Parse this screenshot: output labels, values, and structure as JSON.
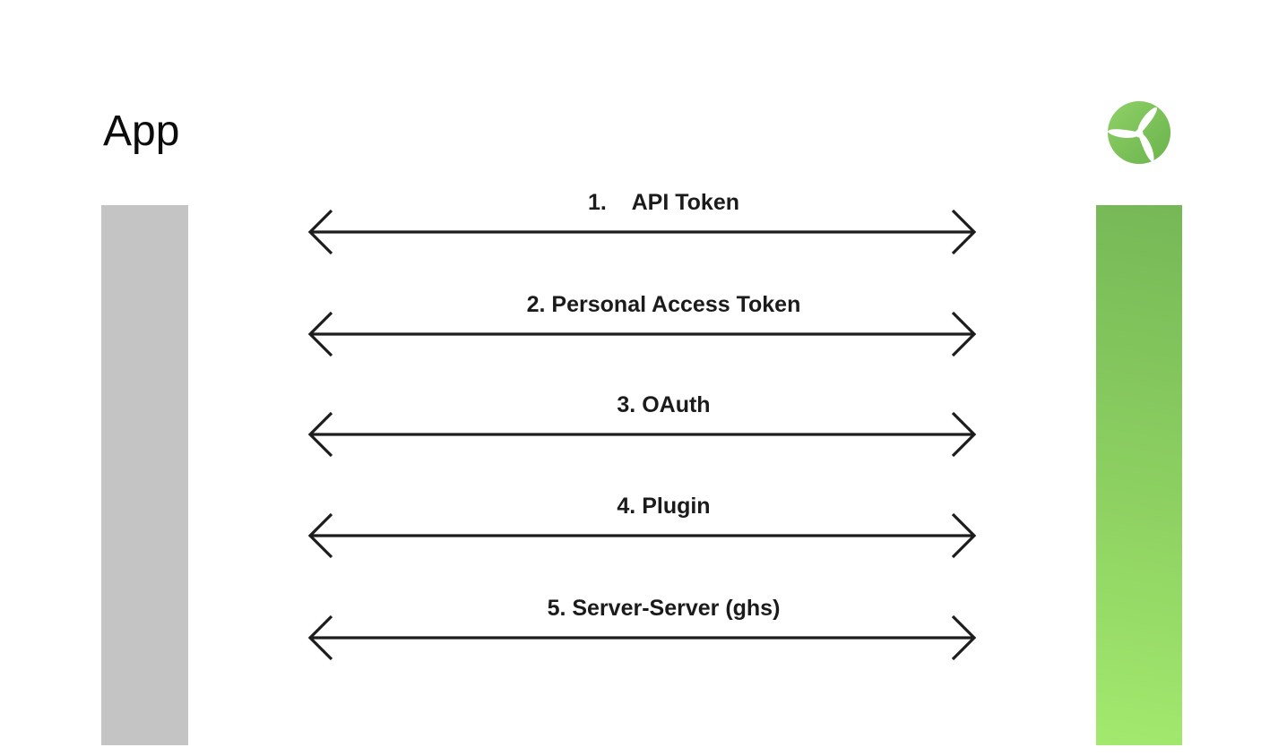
{
  "title": {
    "app": "App"
  },
  "connections": [
    {
      "label": "1.    API Token"
    },
    {
      "label": "2. Personal Access Token"
    },
    {
      "label": "3. OAuth"
    },
    {
      "label": "4. Plugin"
    },
    {
      "label": "5. Server-Server (ghs)"
    }
  ],
  "icons": {
    "logo": "three-blade-propeller-in-green-circle"
  },
  "colors": {
    "background": "#ffffff",
    "arrow": "#1d1d1d",
    "label_text": "#1b1b1b",
    "app_bar": "#c4c4c4",
    "server_bar_top": "#76b856",
    "server_bar_bottom": "#a3e96e",
    "logo_gradient_start": "#8ed167",
    "logo_gradient_end": "#6bb34c"
  }
}
